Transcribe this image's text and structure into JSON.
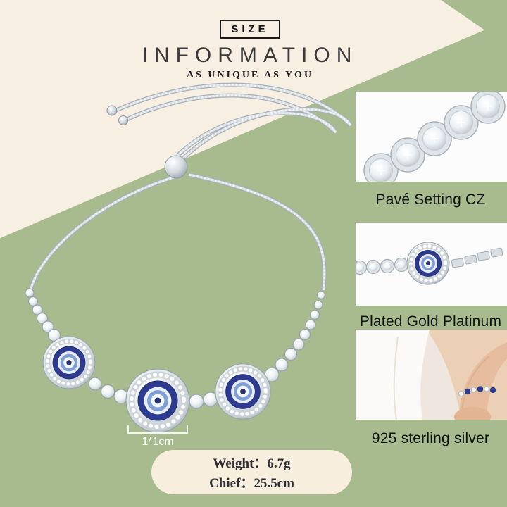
{
  "header": {
    "size_badge": "SIZE",
    "title": "INFORMATION",
    "tagline": "AS UNIQUE AS YOU"
  },
  "product": {
    "dimension_label": "1*1cm",
    "weight_line": "Weight：6.7g",
    "chief_line": "Chief：25.5cm"
  },
  "features": [
    {
      "caption": "Pavé Setting CZ"
    },
    {
      "caption": "Plated Gold Platinum"
    },
    {
      "caption": "925 sterling silver"
    }
  ],
  "colors": {
    "background_green": "#a7bb8e",
    "background_cream": "#f8efe3",
    "enamel_navy": "#2c3b8f",
    "enamel_light_blue": "#7f9fd6",
    "silver": "#c9d0d6",
    "text_dark": "#1c1c1c"
  }
}
